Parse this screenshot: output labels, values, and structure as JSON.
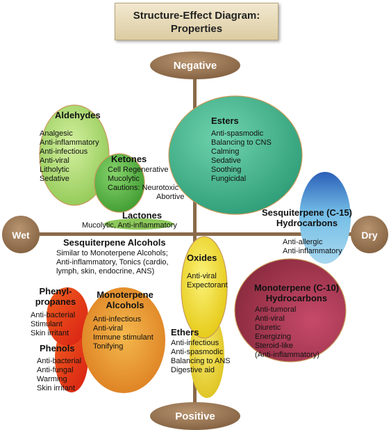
{
  "title_lines": [
    "Structure-Effect Diagram:",
    "Properties"
  ],
  "axis": {
    "top": "Negative",
    "bottom": "Positive",
    "left": "Wet",
    "right": "Dry"
  },
  "groups": {
    "aldehydes": {
      "name": "Aldehydes",
      "items": [
        "Analgesic",
        "Anti-inflammatory",
        "Anti-infectious",
        "Anti-viral",
        "Litholytic",
        "Sedative"
      ]
    },
    "ketones": {
      "name": "Ketones",
      "items": [
        "Cell Regenerative",
        "Mucolytic",
        "Cautions: Neurotoxic",
        "Abortive"
      ]
    },
    "lactones": {
      "name": "Lactones",
      "desc": "Mucolytic, Anti-inflammatory"
    },
    "esters": {
      "name": "Esters",
      "items": [
        "Anti-spasmodic",
        "Balancing to CNS",
        "Calming",
        "Sedative",
        "Soothing",
        "Fungicidal"
      ]
    },
    "sesquiterpene_hydrocarbons": {
      "name_lines": [
        "Sesquiterpene (C-15)",
        "Hydrocarbons"
      ],
      "items": [
        "Anti-allergic",
        "Anti-inflammatory"
      ]
    },
    "sesquiterpene_alcohols": {
      "name": "Sesquiterpene Alcohols",
      "items": [
        "Similar to Monoterpene Alcohols;",
        "Anti-inflammatory, Tonics (cardio,",
        "lymph, skin, endocrine, ANS)"
      ]
    },
    "oxides": {
      "name": "Oxides",
      "items": [
        "Anti-viral",
        "Expectorant"
      ]
    },
    "monoterpene_hydrocarbons": {
      "name_lines": [
        "Monoterpene (C-10)",
        "Hydrocarbons"
      ],
      "items": [
        "Anti-tumoral",
        "Anti-viral",
        "Diuretic",
        "Energizing",
        "Steroid-like",
        "(Anti-inflammatory)"
      ]
    },
    "phenylpropanes": {
      "name_lines": [
        "Phenyl-",
        "propanes"
      ],
      "items": [
        "Anti-bacterial",
        "Stimulant",
        "Skin irritant"
      ]
    },
    "monoterpene_alcohols": {
      "name_lines": [
        "Monoterpene",
        "Alcohols"
      ],
      "items": [
        "Anti-infectious",
        "Anti-viral",
        "Immune stimulant",
        "Tonifying"
      ]
    },
    "phenols": {
      "name": "Phenols",
      "items": [
        "Anti-bacterial",
        "Anti-fungal",
        "Warming",
        "Skin irritant"
      ]
    },
    "ethers": {
      "name": "Ethers",
      "items": [
        "Anti-infectious",
        "Anti-spasmodic",
        "Balancing to ANS",
        "Digestive aid"
      ]
    }
  },
  "colors": {
    "axis": "#8a6a4a",
    "axis_ellipse": "#9b7a57",
    "esters": "#3fb58e",
    "aldehydes": "#a8d86a",
    "ketones": "#5fbb4c",
    "lactones": "#8cc85a",
    "sesquiterpene_hydrocarbons": "#6fb3e0",
    "oxides": "#f2e21a",
    "monoterpene_hydrocarbons": "#a0334e",
    "monoterpene_alcohols": "#e79a2c",
    "phenylpropanes": "#e0421c",
    "phenols": "#e02a1a",
    "ethers": "#e8d52e"
  }
}
